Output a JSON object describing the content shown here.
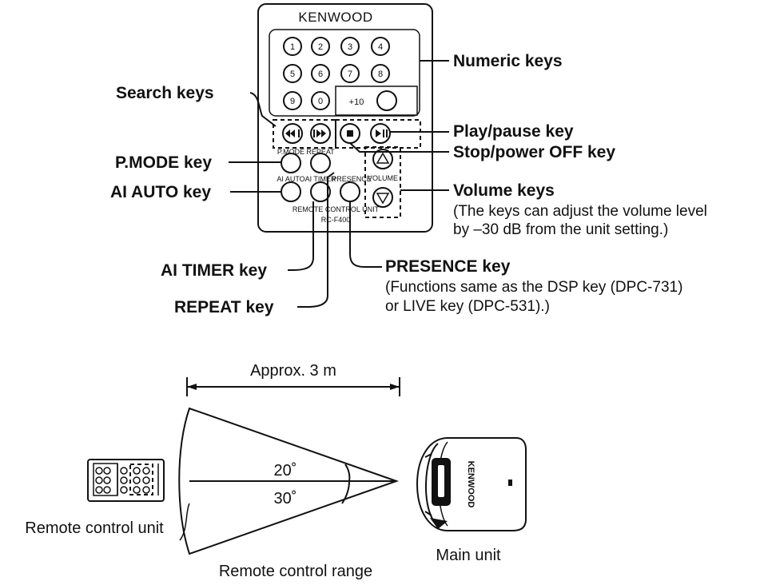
{
  "remote": {
    "brand": "KENWOOD",
    "numeric_keys": [
      "1",
      "2",
      "3",
      "4",
      "5",
      "6",
      "7",
      "8",
      "9",
      "0"
    ],
    "plus10_key": "+10",
    "label_pmode": "P.MODE",
    "label_repeat": "REPEAT",
    "label_ai_auto": "AI AUTO",
    "label_ai_timer": "AI TIMER",
    "label_presence": "PRESENCE",
    "label_volume": "VOLUME",
    "footer_line1": "REMOTE CONTROL UNIT",
    "footer_line2": "RC-F400"
  },
  "callouts": {
    "numeric_keys": "Numeric keys",
    "search_keys": "Search keys",
    "play_pause": "Play/pause key",
    "stop_power": "Stop/power OFF key",
    "pmode_key": "P.MODE key",
    "ai_auto_key": "AI AUTO key",
    "volume_keys": "Volume keys",
    "volume_note_1": "(The keys can adjust the volume level",
    "volume_note_2": "by –30 dB from the unit setting.)",
    "ai_timer_key": "AI TIMER key",
    "presence_key": "PRESENCE key",
    "presence_note_1": "(Functions same as the DSP key (DPC-731)",
    "presence_note_2": "or LIVE key (DPC-531).)",
    "repeat_key": "REPEAT key"
  },
  "range": {
    "distance": "Approx. 3 m",
    "angle_upper": "20˚",
    "angle_lower": "30˚",
    "remote_label": "Remote control unit",
    "range_label": "Remote control range",
    "main_unit_label": "Main unit",
    "main_unit_brand": "KENWOOD"
  }
}
